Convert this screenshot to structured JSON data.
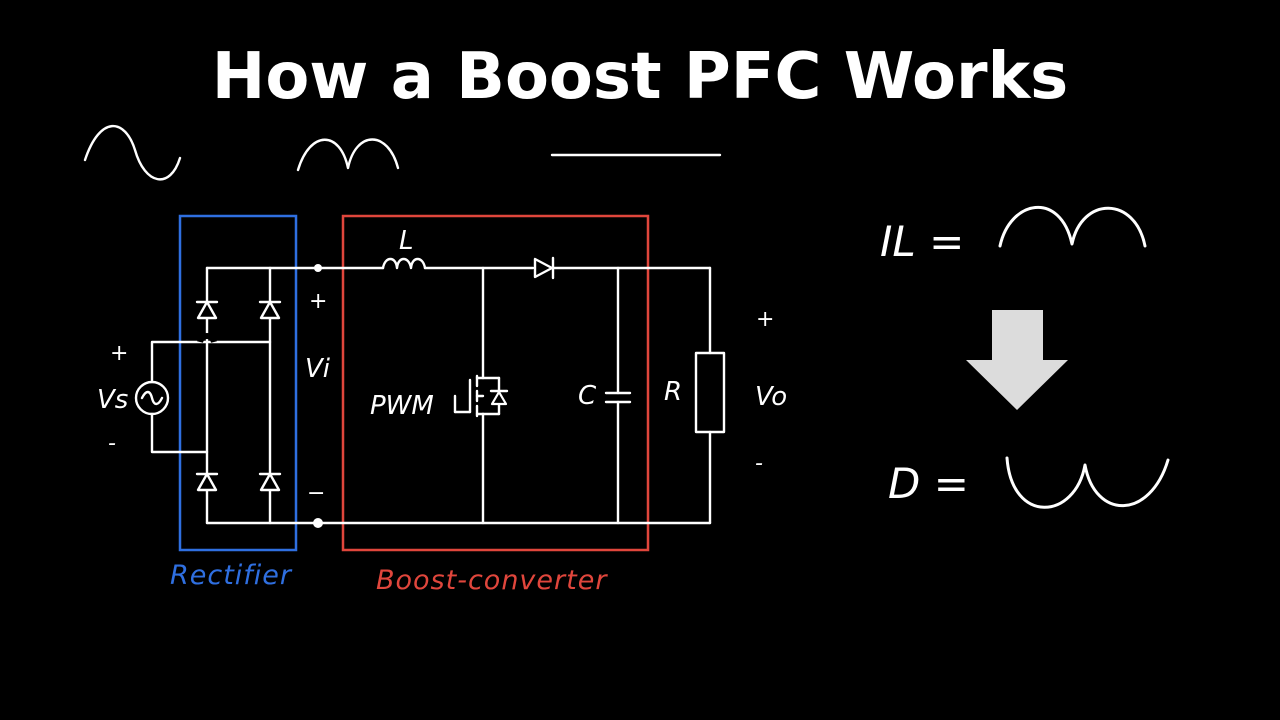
{
  "title": "How a Boost PFC Works",
  "blocks": {
    "rectifier": {
      "label": "Rectifier",
      "color": "#2f6fe0"
    },
    "boost_converter": {
      "label": "Boost-converter",
      "color": "#e0463c"
    }
  },
  "labels": {
    "source": "Vs",
    "source_plus": "+",
    "source_minus": "-",
    "vi": "Vi",
    "vi_plus": "+",
    "vi_minus": "−",
    "inductor": "L",
    "pwm": "PWM",
    "capacitor": "C",
    "resistor": "R",
    "vo": "Vo",
    "vo_plus": "+",
    "vo_minus": "-"
  },
  "equations": {
    "current_lhs": "IL =",
    "duty_lhs": "D ="
  },
  "icons": {
    "arrow": "down-arrow-icon",
    "ac_source": "ac-source-icon"
  }
}
